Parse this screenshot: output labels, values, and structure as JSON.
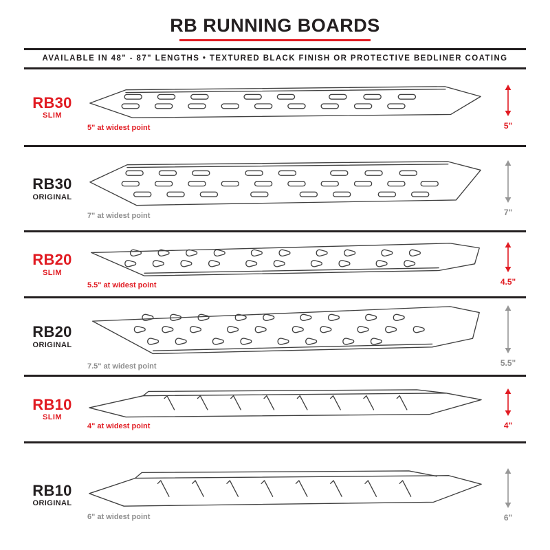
{
  "header": {
    "title": "RB RUNNING BOARDS",
    "subtitle": "AVAILABLE IN 48\" - 87\" LENGTHS  •  TEXTURED BLACK FINISH OR PROTECTIVE BEDLINER COATING"
  },
  "colors": {
    "accent_red": "#e11b22",
    "text_black": "#231f20",
    "measure_gray": "#8d8d8d",
    "line_black": "#231f20"
  },
  "boards": [
    {
      "model": "RB30",
      "variant": "SLIM",
      "width_note": "5\" at widest point",
      "height_label": "5\""
    },
    {
      "model": "RB30",
      "variant": "ORIGINAL",
      "width_note": "7\" at widest point",
      "height_label": "7\""
    },
    {
      "model": "RB20",
      "variant": "SLIM",
      "width_note": "5.5\" at widest point",
      "height_label": "4.5\""
    },
    {
      "model": "RB20",
      "variant": "ORIGINAL",
      "width_note": "7.5\" at widest point",
      "height_label": "5.5\""
    },
    {
      "model": "RB10",
      "variant": "SLIM",
      "width_note": "4\" at widest point",
      "height_label": "4\""
    },
    {
      "model": "RB10",
      "variant": "ORIGINAL",
      "width_note": "6\" at widest point",
      "height_label": "6\""
    }
  ]
}
